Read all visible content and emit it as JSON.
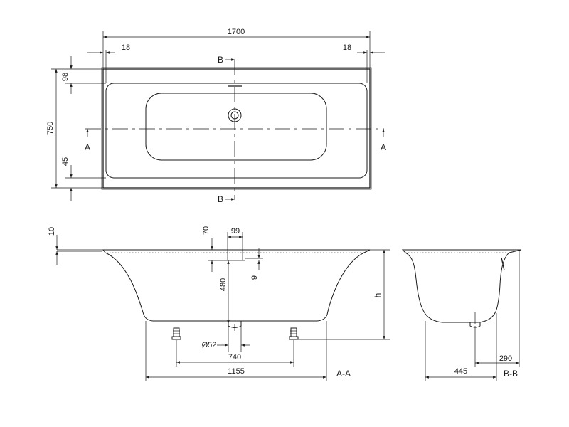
{
  "dims": {
    "length": "1700",
    "rim_left": "18",
    "rim_right": "18",
    "width": "750",
    "top_rim": "98",
    "side_rim": "45",
    "rim_thickness": "10",
    "overflow_height": "70",
    "overflow_width": "99",
    "overflow_gap": "9",
    "depth": "480",
    "waste_diameter": "Ø52",
    "feet_spacing": "740",
    "base_length": "1155",
    "height": "h",
    "bb_base": "445",
    "bb_rim": "290"
  },
  "sections": {
    "a": "A",
    "b": "B",
    "aa": "A-A",
    "bb": "B-B"
  },
  "colors": {
    "line": "#1a1a1a"
  }
}
